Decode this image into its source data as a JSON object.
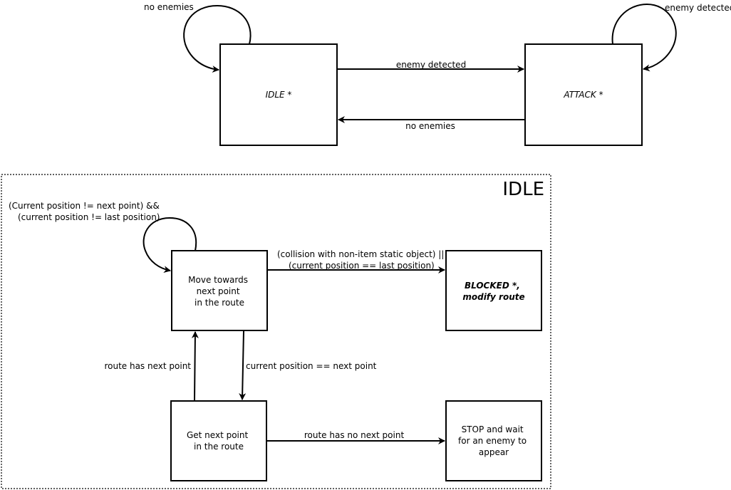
{
  "top": {
    "states": {
      "idle": "IDLE *",
      "attack": "ATTACK *"
    },
    "transitions": {
      "idle_self": "no enemies",
      "attack_self": "enemy detected",
      "idle_to_attack": "enemy detected",
      "attack_to_idle": "no enemies"
    }
  },
  "idle_group": {
    "title": "IDLE",
    "states": {
      "move": [
        "Move towards",
        "next point",
        "in the route"
      ],
      "blocked": [
        "BLOCKED *,",
        "modify route"
      ],
      "get_next": [
        "Get next point",
        "in the route"
      ],
      "stop": [
        "STOP and wait",
        "for an enemy to",
        "appear"
      ]
    },
    "transitions": {
      "move_self": [
        "(Current position != next point) &&",
        "(current position != last position)"
      ],
      "move_to_blocked": [
        "(collision with non-item static object) ||",
        "(current position == last position)"
      ],
      "move_to_get_next": "current position == next point",
      "get_next_to_move": "route has next point",
      "get_next_to_stop": "route has no next point"
    }
  }
}
